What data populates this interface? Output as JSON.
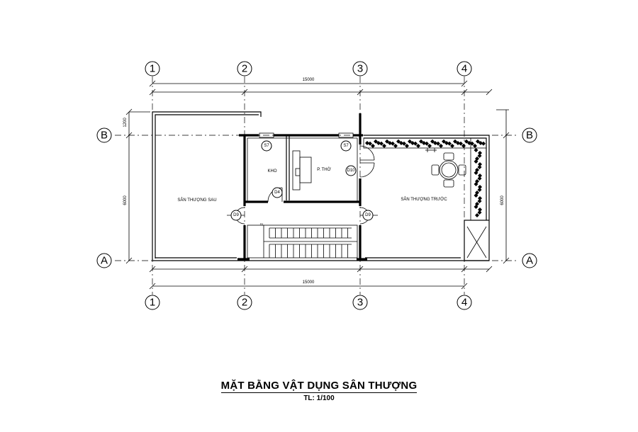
{
  "grid": {
    "columns": [
      "1",
      "2",
      "3",
      "4"
    ],
    "rows": [
      "B",
      "A"
    ]
  },
  "dimensions": {
    "overall_top": "15000",
    "overall_bottom": "15000",
    "left_upper": "1200",
    "left_main": "6000",
    "right_main": "6000"
  },
  "rooms": {
    "rear_terrace": "SÂN THƯỢNG SAU",
    "storage": "KHO",
    "altar_room": "P. THỜ",
    "front_terrace": "SÂN THƯỢNG TRƯỚC"
  },
  "tags": {
    "s7_left": "S7",
    "s7_right": "S7",
    "d4": "D4",
    "d10": "D10",
    "d9_left": "D9",
    "d9_right": "D9"
  },
  "drawing": {
    "title": "MẶT BẰNG VẬT DỤNG SÂN THƯỢNG",
    "scale": "TL: 1/100"
  }
}
